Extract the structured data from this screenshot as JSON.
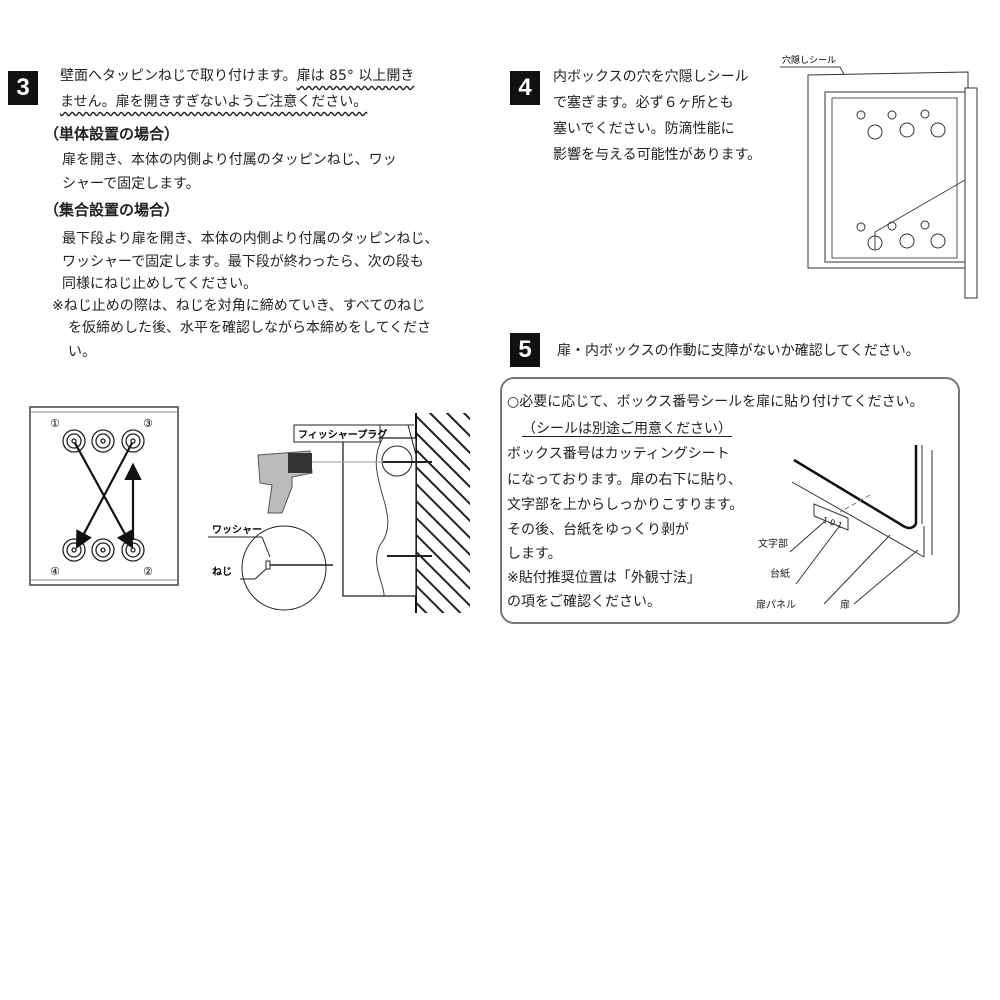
{
  "step3": {
    "number": "3",
    "intro_line1_a": "壁面へタッピンねじで取り付けます。",
    "intro_line1_b": "扉は 85°  以上開き",
    "intro_line2": "ません。扉を開きすぎないようご注意ください。",
    "single_heading": "（単体設置の場合）",
    "single_lines": [
      "扉を開き、本体の内側より付属のタッピンねじ、ワッ",
      "シャーで固定します。"
    ],
    "group_heading": "（集合設置の場合）",
    "group_lines": [
      "最下段より扉を開き、本体の内側より付属のタッピンねじ、",
      "ワッシャーで固定します。最下段が終わったら、次の段も",
      "同様にねじ止めしてください。"
    ],
    "note_lines": [
      "※ねじ止めの際は、ねじを対角に締めていき、すべてのねじ",
      "を仮締めした後、水平を確認しながら本締めをしてくださ",
      "い。"
    ],
    "diagram_order": [
      "①",
      "②",
      "③",
      "④"
    ],
    "label_plug": "フィッシャープラグ",
    "label_washer": "ワッシャー",
    "label_screw": "ねじ"
  },
  "step4": {
    "number": "4",
    "lines": [
      "内ボックスの穴を穴隠しシール",
      "で塞ぎます。必ず６ヶ所とも",
      "塞いでください。防滴性能に",
      "影響を与える可能性があります。"
    ],
    "label_seal": "穴隠しシール"
  },
  "step5": {
    "number": "5",
    "text": "扉・内ボックスの作動に支障がないか確認してください。",
    "box": {
      "line1": "○必要に応じて、ボックス番号シールを扉に貼り付けてください。",
      "line2": "（シールは別途ご用意ください）",
      "body": [
        "ボックス番号はカッティングシート",
        "になっております。扉の右下に貼り、",
        "文字部を上からしっかりこすります。",
        "その後、台紙をゆっくり剥が",
        "します。",
        "※貼付推奨位置は「外観寸法」",
        "の項をご確認ください。"
      ],
      "sample_number": "1 0 1",
      "labels": {
        "letters": "文字部",
        "backing": "台紙",
        "door_panel": "扉パネル",
        "door": "扉"
      }
    }
  }
}
